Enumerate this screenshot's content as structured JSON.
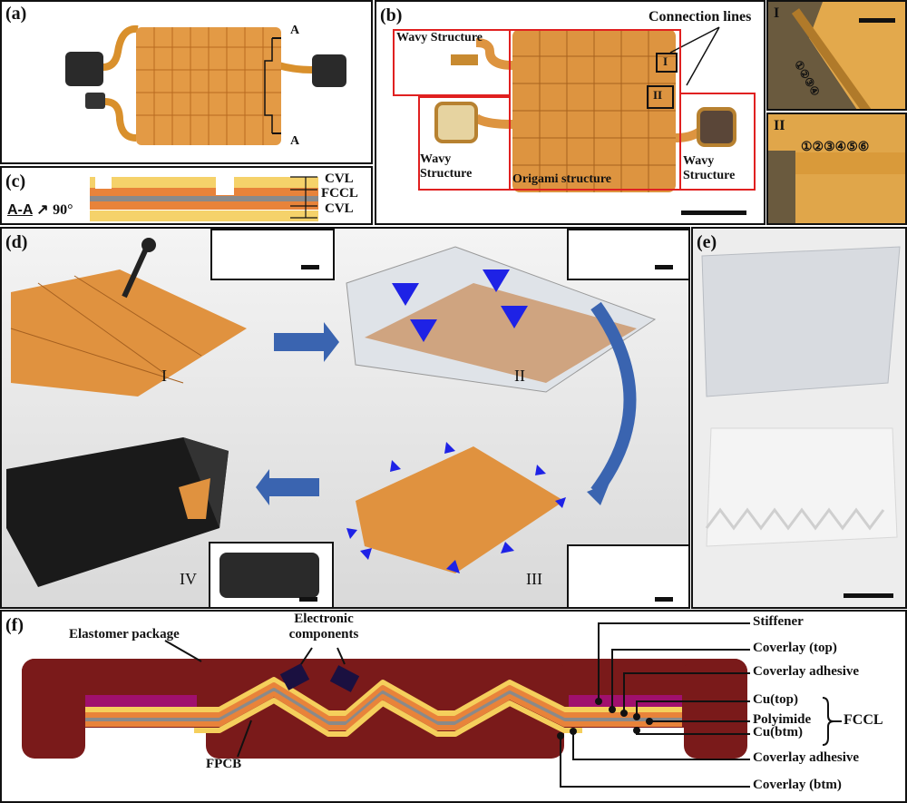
{
  "panels": {
    "a": {
      "label": "(a)",
      "section_marks": [
        "A",
        "A"
      ]
    },
    "b": {
      "label": "(b)",
      "connection_lines": "Connection lines",
      "region_marks": [
        "I",
        "II"
      ],
      "wavy_top": "Wavy Structure",
      "wavy_left": "Wavy Structure",
      "wavy_right": "Wavy Structure",
      "origami": "Origami structure",
      "inset_I": {
        "label": "I",
        "pins": "①②③④"
      },
      "inset_II": {
        "label": "II",
        "pins": "①②③④⑤⑥"
      }
    },
    "c": {
      "label": "(c)",
      "section": "A-A",
      "rotation": "90°",
      "layers": [
        "CVL",
        "FCCL",
        "CVL"
      ]
    },
    "d": {
      "label": "(d)",
      "steps": [
        "I",
        "II",
        "III",
        "IV"
      ]
    },
    "e": {
      "label": "(e)"
    },
    "f": {
      "label": "(f)",
      "elastomer": "Elastomer package",
      "electronic": "Electronic components",
      "fpcb": "FPCB",
      "callouts": [
        "Stiffener",
        "Coverlay (top)",
        "Coverlay adhesive",
        "Cu(top)",
        "Polyimide",
        "Cu(btm)",
        "Coverlay adhesive",
        "Coverlay (btm)"
      ],
      "fccl": "FCCL"
    }
  },
  "colors": {
    "elastomer": "#7a1a1a",
    "stiffener": "#a0106e",
    "coverlay": "#f5cf5c",
    "copper": "#e8833a",
    "polyimide": "#8a8a8a",
    "box": "#e02020",
    "arrow": "#2a4fb0"
  }
}
